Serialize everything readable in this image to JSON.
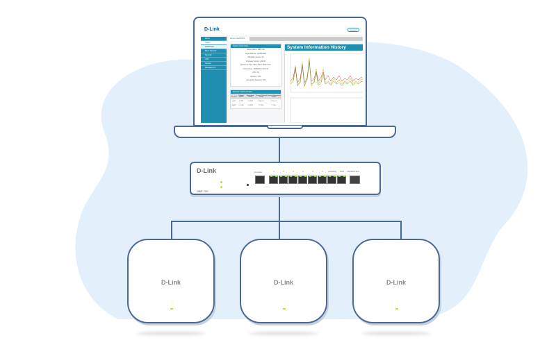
{
  "brand": "D-Link",
  "colors": {
    "accent": "#1f8eb0",
    "outline": "#4a6a96",
    "background_blob": "#e3effb",
    "led": "#7ed321"
  },
  "laptop": {
    "logout": "Logout",
    "sidebar": [
      "Home",
      "Status",
      "Dashboard",
      "Basic Network",
      "Security",
      "VPN",
      "Service",
      "Management"
    ],
    "tab": "Device Dashboard",
    "system_info": {
      "title": "System Information",
      "rows": [
        "Device Name: DBR-700",
        "Serial Number: 1234567890",
        "Hardware Version: A1",
        "Firmware Version: 1.00.01",
        "Device Up Time: 0day 1Hour 30min 0sec",
        "Current Time: 2020/03/12 11:27:27",
        "CPU: 3%",
        "Memory: 17%",
        "Connection Sessions: 156"
      ]
    },
    "net_status": {
      "title": "Network Interface Status",
      "headers": [
        "Interface",
        "Upload Traffic",
        "Download Traffic",
        "Current Upload Traffic",
        "Current Download Traffic"
      ],
      "rows": [
        [
          "LAN",
          "2.3MB",
          "21.6MB",
          "0 Bytes/s",
          "0 Bytes/s"
        ],
        [
          "WAN1",
          "21.1MB",
          "16.6MB",
          "27 KB/s",
          "2 KB/s"
        ]
      ]
    },
    "chart_title": "System Information History"
  },
  "switch": {
    "model": "DBR-700",
    "console": "Console",
    "ports": [
      "1",
      "2",
      "3",
      "4",
      "5",
      "6",
      "LAN/WAN",
      "WAN"
    ],
    "sfp": "LAN/WAN SFP"
  }
}
